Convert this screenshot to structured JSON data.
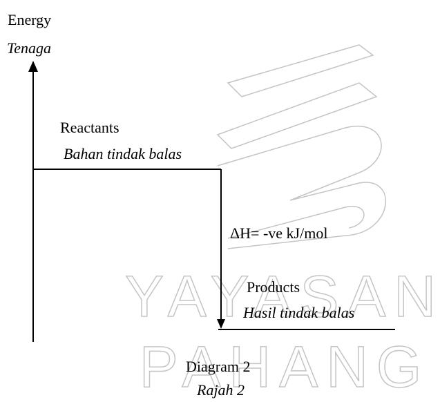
{
  "axis": {
    "label": "Energy",
    "label_italic": "Tenaga"
  },
  "reactants": {
    "label": "Reactants",
    "label_italic": "Bahan tindak balas"
  },
  "enthalpy": {
    "label": "ΔH= -ve kJ/mol"
  },
  "products": {
    "label": "Products",
    "label_italic": "Hasil tindak balas"
  },
  "caption": {
    "label": "Diagram 2",
    "label_italic": "Rajah 2"
  },
  "watermark": {
    "line1": "YAYASAN",
    "line2": "PAHANG"
  },
  "colors": {
    "ink": "#000000",
    "watermark_stroke": "#c4c4c4"
  }
}
